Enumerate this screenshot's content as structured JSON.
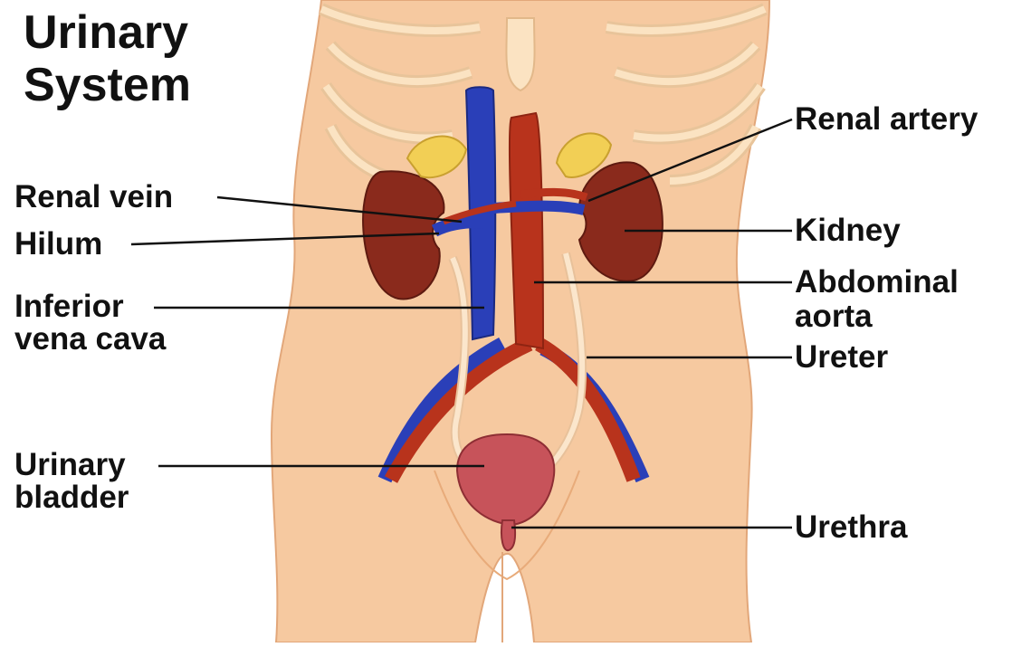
{
  "title": {
    "line1": "Urinary",
    "line2": "System"
  },
  "labels": {
    "renal_artery": "Renal artery",
    "renal_vein": "Renal vein",
    "hilum": "Hilum",
    "kidney": "Kidney",
    "inferior_vena_cava_1": "Inferior",
    "inferior_vena_cava_2": "vena cava",
    "abdominal_aorta_1": "Abdominal",
    "abdominal_aorta_2": "aorta",
    "ureter": "Ureter",
    "urinary_bladder_1": "Urinary",
    "urinary_bladder_2": "bladder",
    "urethra": "Urethra"
  },
  "colors": {
    "skin": "#f6c9a0",
    "skin_shadow": "#e8ab7a",
    "bone": "#fbe3c2",
    "vein": "#2a3fb8",
    "artery": "#b8331c",
    "kidney": "#8a2a1c",
    "adrenal": "#f2cf55",
    "ureter": "#f5d9b8",
    "bladder": "#c7535a"
  }
}
